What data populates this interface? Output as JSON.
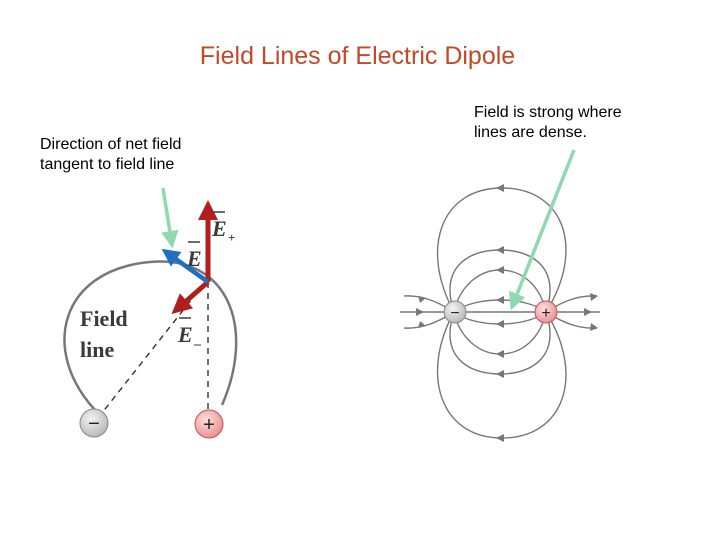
{
  "title": "Field Lines of Electric Dipole",
  "notes": {
    "left": [
      "Direction of net field",
      "tangent to field line"
    ],
    "right": [
      "Field is strong where",
      "lines are dense."
    ]
  },
  "left_diagram": {
    "field_line_label": [
      "Field",
      "line"
    ],
    "vector_labels": {
      "e_plus": "E",
      "e_plus_sub": "+",
      "e_net": "E",
      "e_minus": "E",
      "e_minus_sub": "–"
    },
    "charges": {
      "negative": "−",
      "positive": "+"
    }
  },
  "right_diagram": {
    "charges": {
      "negative": "−",
      "positive": "+"
    }
  },
  "colors": {
    "title": "#c2492a",
    "pointer_arrow": "#8fd8b0",
    "vector_red": "#b01e1e",
    "vector_blue": "#1f6fc2",
    "field_line": "#777777",
    "positive_charge": "#f2a0a0",
    "negative_charge": "#c8c8c8"
  }
}
